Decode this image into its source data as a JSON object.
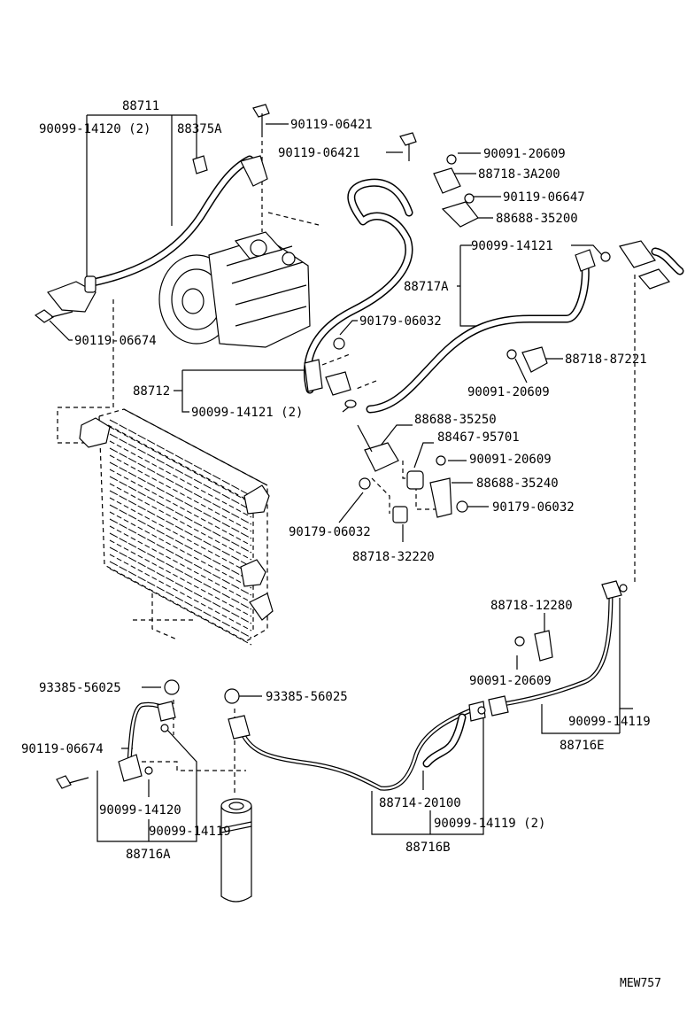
{
  "diagram_code": "MEW757",
  "labels": {
    "p88711": "88711",
    "p90099_14120_2": "90099-14120 (2)",
    "p88375A": "88375A",
    "p90119_06421_a": "90119-06421",
    "p90119_06421_b": "90119-06421",
    "p90091_20609_a": "90091-20609",
    "p88718_3A200": "88718-3A200",
    "p90119_06647": "90119-06647",
    "p88688_35200": "88688-35200",
    "p90099_14121": "90099-14121",
    "p88717A": "88717A",
    "p90119_06674_a": "90119-06674",
    "p90179_06032_a": "90179-06032",
    "p88718_87221": "88718-87221",
    "p88712": "88712",
    "p90091_20609_b": "90091-20609",
    "p90099_14121_2": "90099-14121 (2)",
    "p88688_35250": "88688-35250",
    "p88467_95701": "88467-95701",
    "p90091_20609_c": "90091-20609",
    "p88688_35240": "88688-35240",
    "p90179_06032_b": "90179-06032",
    "p90179_06032_c": "90179-06032",
    "p88718_32220": "88718-32220",
    "p88718_12280": "88718-12280",
    "p90091_20609_d": "90091-20609",
    "p93385_56025_a": "93385-56025",
    "p93385_56025_b": "93385-56025",
    "p90119_06674_b": "90119-06674",
    "p90099_14119_a": "90099-14119",
    "p88716E": "88716E",
    "p90099_14120": "90099-14120",
    "p90099_14119_b": "90099-14119",
    "p88714_20100": "88714-20100",
    "p90099_14119_2": "90099-14119 (2)",
    "p88716A": "88716A",
    "p88716B": "88716B"
  }
}
